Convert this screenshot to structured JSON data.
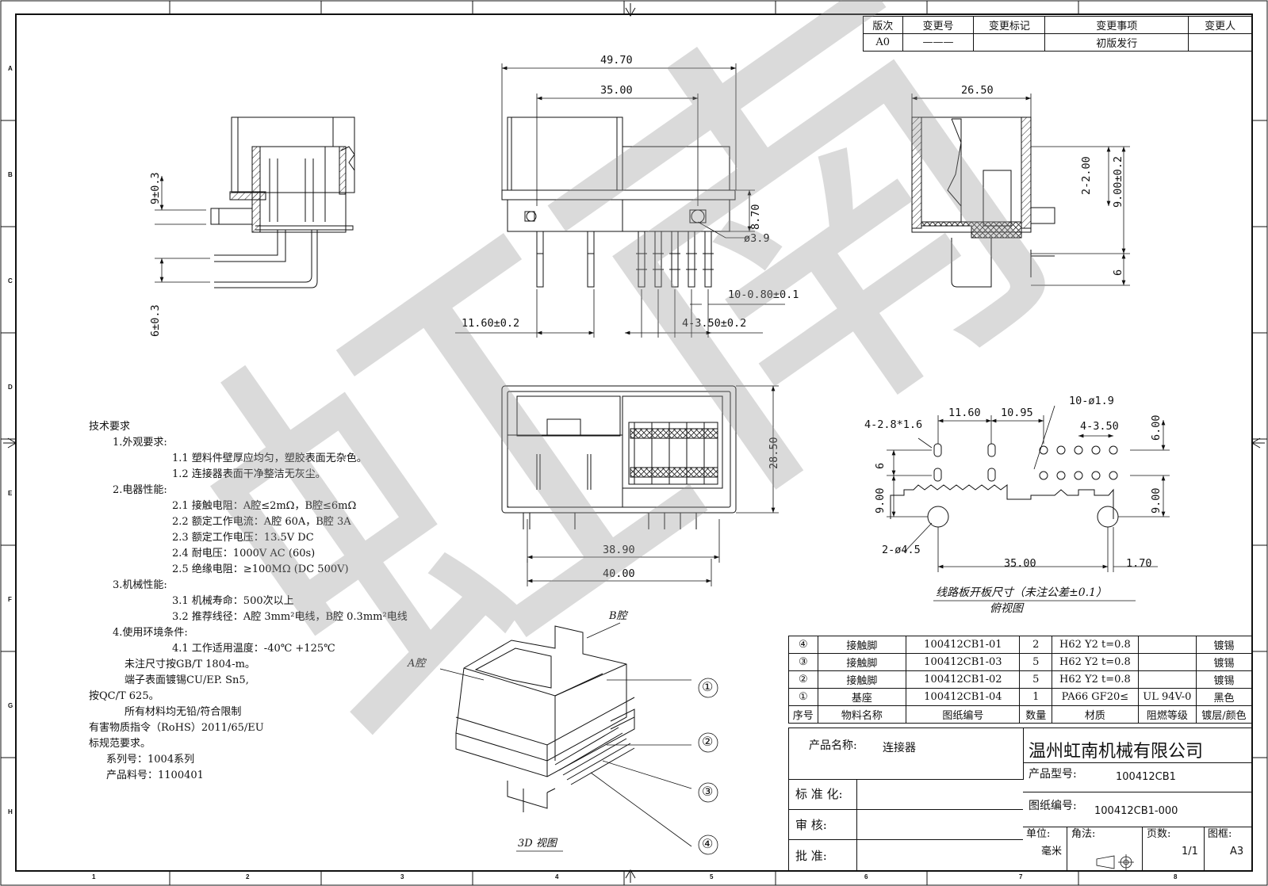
{
  "watermark": "虹南",
  "revision_table": {
    "headers": [
      "版次",
      "变更号",
      "变更标记",
      "变更事项",
      "变更人"
    ],
    "row": [
      "A0",
      "———",
      "",
      "初版发行",
      ""
    ]
  },
  "zones": {
    "rows": [
      "A",
      "B",
      "C",
      "D",
      "E",
      "F",
      "G",
      "H"
    ],
    "cols": [
      "1",
      "2",
      "3",
      "4",
      "5",
      "6",
      "7",
      "8"
    ]
  },
  "dimensions": {
    "left_view": [
      "9±0.3",
      "6±0.3"
    ],
    "front_view": [
      "49.70",
      "35.00",
      "8.70",
      "ø3.9",
      "10-0.80±0.1",
      "11.60±0.2",
      "4-3.50±0.2"
    ],
    "side_view": [
      "26.50",
      "2-2.00",
      "9.00±0.2",
      "6"
    ],
    "bottom_view": [
      "28.50",
      "38.90",
      "40.00"
    ],
    "pcb_view": [
      "11.60",
      "10.95",
      "10-ø1.9",
      "4-2.8*1.6",
      "4-3.50",
      "6.00",
      "6",
      "9.00",
      "9.00",
      "2-ø4.5",
      "35.00",
      "1.70"
    ]
  },
  "pcb_caption": "线路板开板尺寸（未注公差±0.1）",
  "pcb_subcaption": "俯视图",
  "view3d": {
    "caption": "3D 视图",
    "label_a": "A腔",
    "label_b": "B腔",
    "callouts": [
      "①",
      "②",
      "③",
      "④"
    ]
  },
  "tech_requirements": [
    "技术要求",
    "1.外观要求:",
    "1.1 塑料件壁厚应均匀，塑胶表面无杂色。",
    "1.2 连接器表面干净整洁无灰尘。",
    "2.电器性能:",
    "2.1 接触电阻：A腔≤2mΩ，B腔≤6mΩ",
    "2.2 额定工作电流：A腔 60A，B腔 3A",
    "2.3 额定工作电压：13.5V DC",
    "2.4 耐电压：1000V AC  (60s)",
    "2.5 绝缘电阻：≥100MΩ  (DC 500V)",
    "3.机械性能:",
    "3.1 机械寿命：500次以上",
    "3.2 推荐线径：A腔 3mm²电线，B腔 0.3mm²电线",
    "4.使用环境条件:",
    "4.1 工作适用温度：-40℃  +125℃",
    "未注尺寸按GB/T 1804-m。",
    "端子表面镀锡CU/EP. Sn5,",
    "按QC/T 625。",
    "所有材料均无铅/符合限制",
    "有害物质指令（RoHS）2011/65/EU",
    "标规范要求。",
    "系列号：1004系列",
    "产品料号：1100401"
  ],
  "bom": {
    "rows": [
      [
        "④",
        "接触脚",
        "100412CB1-01",
        "2",
        "H62 Y2 t=0.8",
        "",
        "镀锡"
      ],
      [
        "③",
        "接触脚",
        "100412CB1-03",
        "5",
        "H62 Y2 t=0.8",
        "",
        "镀锡"
      ],
      [
        "②",
        "接触脚",
        "100412CB1-02",
        "5",
        "H62 Y2 t=0.8",
        "",
        "镀锡"
      ],
      [
        "①",
        "基座",
        "100412CB1-04",
        "1",
        "PA66 GF20≤",
        "UL 94V-0",
        "黑色"
      ]
    ],
    "headers": [
      "序号",
      "物料名称",
      "图纸编号",
      "数量",
      "材质",
      "阻燃等级",
      "镀层/颜色"
    ]
  },
  "title_block": {
    "product_name_label": "产品名称:",
    "product_name": "连接器",
    "company": "温州虹南机械有限公司",
    "standard_label": "标 准 化:",
    "review_label": "审     核:",
    "approve_label": "批     准:",
    "model_label": "产品型号:",
    "model": "100412CB1",
    "drawing_no_label": "图纸编号:",
    "drawing_no": "100412CB1-000",
    "unit_label": "单位:",
    "unit": "毫米",
    "projection_label": "角法:",
    "page_label": "页数:",
    "page": "1/1",
    "frame_label": "图框:",
    "frame": "A3"
  }
}
